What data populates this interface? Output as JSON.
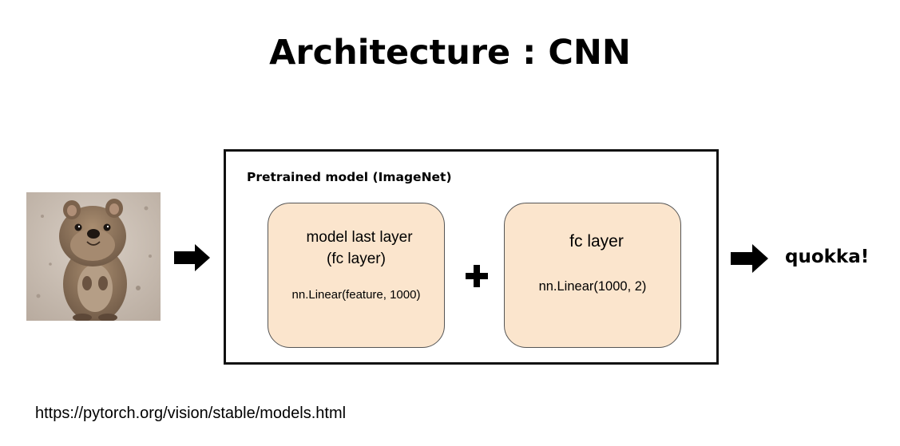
{
  "title": "Architecture : CNN",
  "input_image": {
    "subject": "quokka photo"
  },
  "pretrained_box": {
    "label": "Pretrained model (ImageNet)",
    "layer1": {
      "line1": "model last layer",
      "line2": "(fc layer)",
      "code": "nn.Linear(feature, 1000)"
    },
    "layer2": {
      "line1": "fc layer",
      "code": "nn.Linear(1000, 2)"
    }
  },
  "output_label": "quokka!",
  "source_url": "https://pytorch.org/vision/stable/models.html",
  "colors": {
    "layer_fill": "#fbe5cd",
    "layer_border": "#555555",
    "box_border": "#111111",
    "arrow": "#000000"
  },
  "icons": [
    "right-arrow-icon",
    "plus-icon"
  ]
}
